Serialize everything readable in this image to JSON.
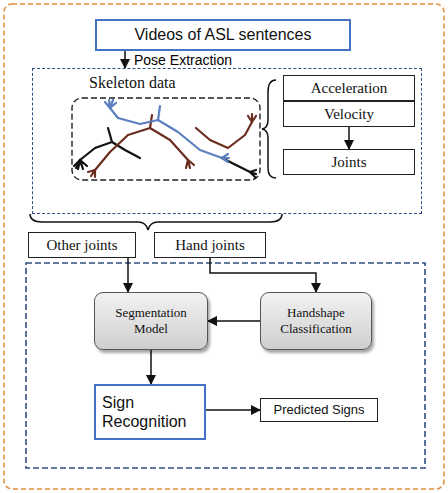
{
  "diagram": {
    "nodes": [
      {
        "text": [
          "Videos of ASL sentences"
        ]
      },
      {
        "text": [
          "Skeleton data"
        ]
      },
      {
        "text": [
          "Acceleration"
        ],
        "in": 1
      },
      {
        "text": [
          "Velocity"
        ],
        "in": 1
      },
      {
        "text": [
          "Joints"
        ],
        "in": 1
      },
      {
        "text": [
          "Other joints"
        ]
      },
      {
        "text": [
          "Hand joints"
        ]
      },
      {
        "text": [
          "Segmentation Model"
        ]
      },
      {
        "text": [
          "Handshape Classification"
        ]
      },
      {
        "text": [
          "Sign Recognition"
        ]
      },
      {
        "text": [
          "Predicted Signs"
        ]
      }
    ],
    "edges": [
      {
        "from": 0,
        "to": 1,
        "label": "Pose Extraction",
        "arrow": "to"
      },
      {
        "from": 3,
        "to": 4,
        "arrow": "to"
      },
      {
        "from": 5,
        "to": 7,
        "arrow": "to"
      },
      {
        "from": 6,
        "to": 8,
        "arrow": "to"
      },
      {
        "from": 8,
        "to": 7,
        "arrow": "to"
      },
      {
        "from": 7,
        "to": 9,
        "arrow": "to"
      },
      {
        "from": 9,
        "to": 10,
        "arrow": "to"
      }
    ]
  }
}
